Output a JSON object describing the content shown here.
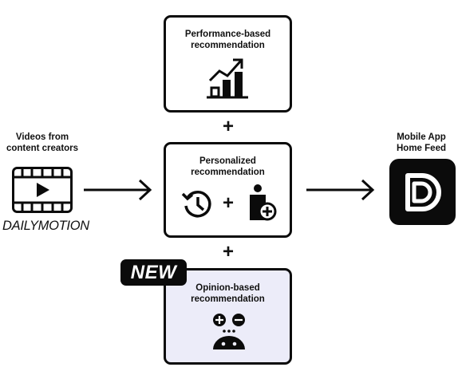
{
  "source": {
    "label": "Videos from\ncontent creators",
    "brand": "DAILYMOTION",
    "icon": "film-play-icon"
  },
  "boxes": {
    "performance": {
      "title": "Performance-based\nrecommendation",
      "icon": "rising-bar-chart-icon"
    },
    "personalized": {
      "title": "Personalized\nrecommendation",
      "icons": [
        "history-clock-icon",
        "user-add-icon"
      ],
      "inner_plus": "+"
    },
    "opinion": {
      "title": "Opinion-based\nrecommendation",
      "icon": "opinion-face-icon",
      "badge": "NEW",
      "background": "#ececf9"
    }
  },
  "connectors": {
    "plus_top": "+",
    "plus_bottom": "+"
  },
  "output": {
    "label": "Mobile App\nHome Feed",
    "icon": "dailymotion-app-icon"
  },
  "colors": {
    "stroke": "#0b0b0b",
    "highlight_box": "#ececf9"
  }
}
